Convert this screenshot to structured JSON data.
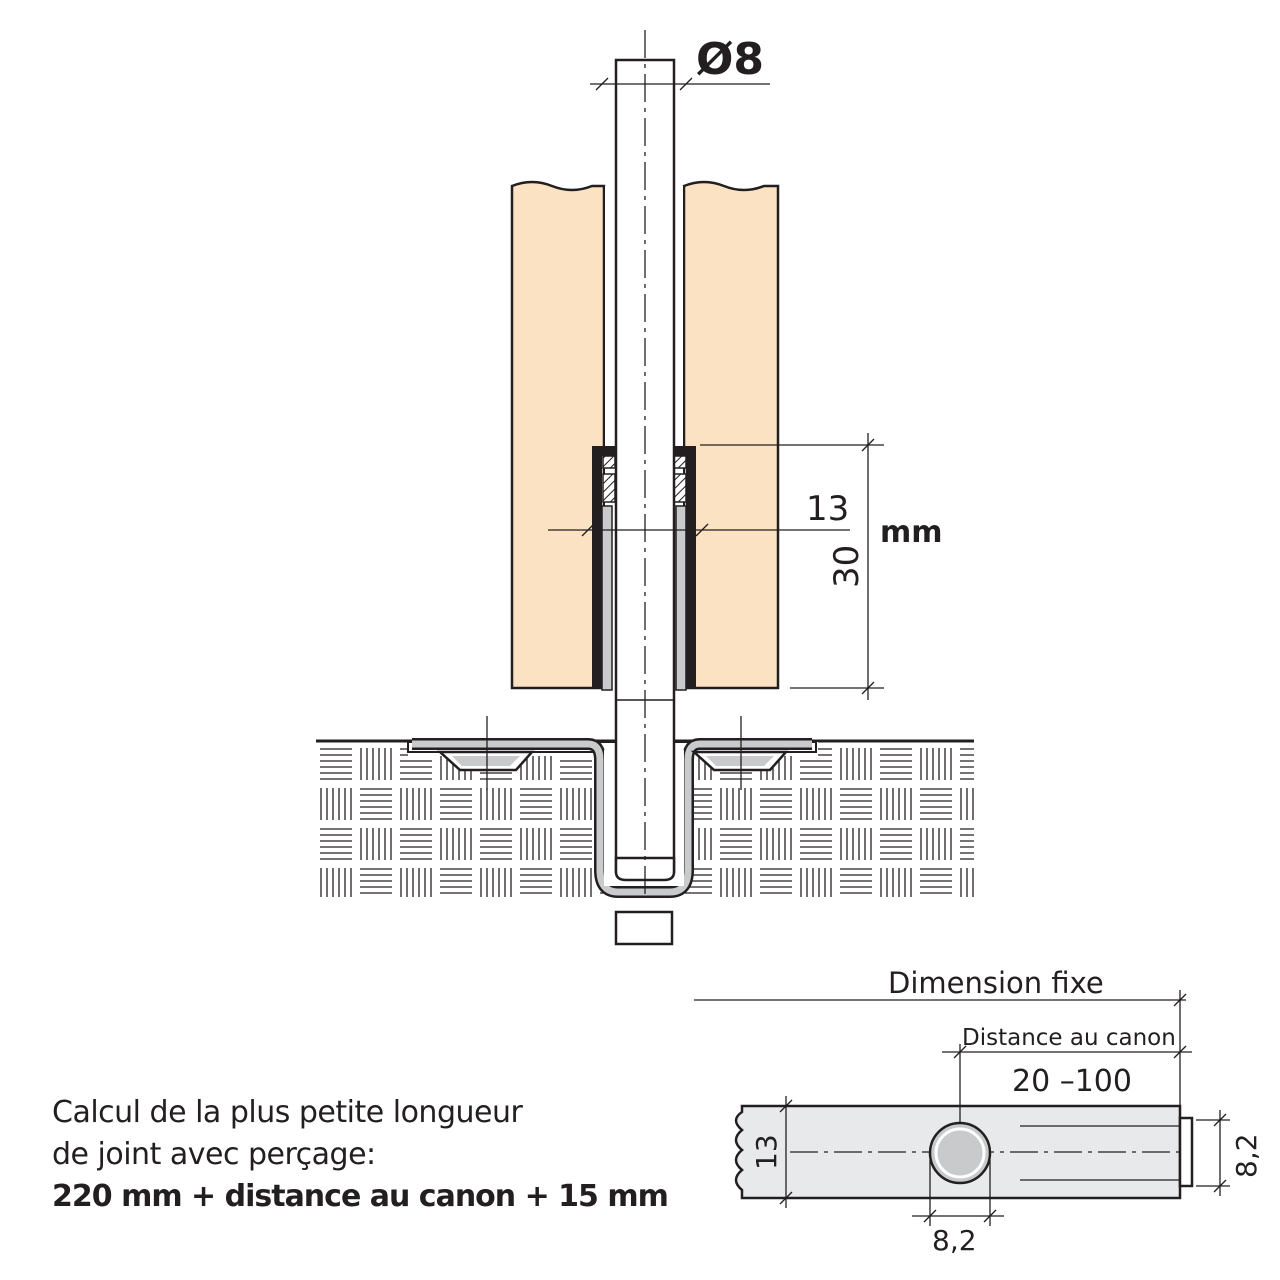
{
  "labels": {
    "rod_diameter": "Ø8",
    "dim_13": "13",
    "dim_30": "30",
    "unit": "mm",
    "fixed_dimension": "Dimension fixe",
    "distance_to_canon": "Distance au canon",
    "range": "20 –100",
    "detail_height": "13",
    "hole_diameter": "8,2",
    "end_width": "8,2"
  },
  "caption": {
    "line1": "Calcul de la plus petite longueur",
    "line2": "de joint avec perçage:",
    "formula": "220 mm + distance au canon + 15 mm"
  },
  "colors": {
    "wood": "#fbe2c2",
    "line": "#231f20",
    "metal_gray": "#c9cacb",
    "detail_fill": "#e8e9ea",
    "white": "#ffffff"
  }
}
